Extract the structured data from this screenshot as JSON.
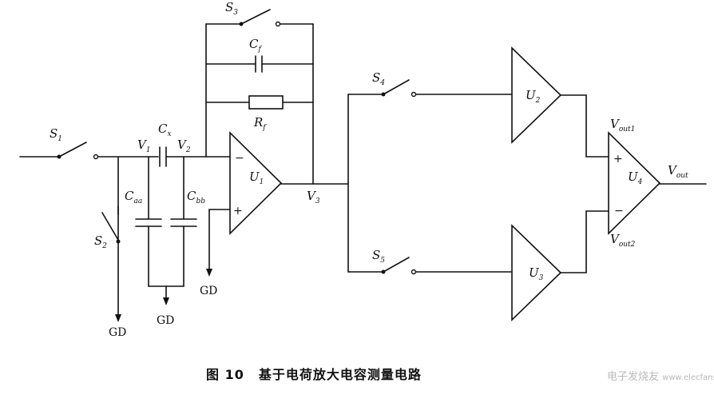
{
  "caption": {
    "figure": "图 10",
    "title": "基于电荷放大电容测量电路"
  },
  "watermark": {
    "text": "电子发烧友",
    "url": "www.elecfans.com"
  },
  "labels": {
    "S1": "S",
    "S1_sub": "1",
    "S2": "S",
    "S2_sub": "2",
    "S3": "S",
    "S3_sub": "3",
    "S4": "S",
    "S4_sub": "4",
    "S5": "S",
    "S5_sub": "5",
    "Cf": "C",
    "Cf_sub": "f",
    "Rf": "R",
    "Rf_sub": "f",
    "Cx": "C",
    "Cx_sub": "x",
    "V1": "V",
    "V1_sub": "1",
    "V2": "V",
    "V2_sub": "2",
    "V3": "V",
    "V3_sub": "3",
    "Caa": "C",
    "Caa_sub": "aa",
    "Cbb": "C",
    "Cbb_sub": "bb",
    "U1": "U",
    "U1_sub": "1",
    "U2": "U",
    "U2_sub": "2",
    "U3": "U",
    "U3_sub": "3",
    "U4": "U",
    "U4_sub": "4",
    "Vout": "V",
    "Vout_sub": "out",
    "Vout1": "V",
    "Vout1_sub": "out1",
    "Vout2": "V",
    "Vout2_sub": "out2",
    "minus": "−",
    "plus": "+",
    "gd": "GD"
  }
}
